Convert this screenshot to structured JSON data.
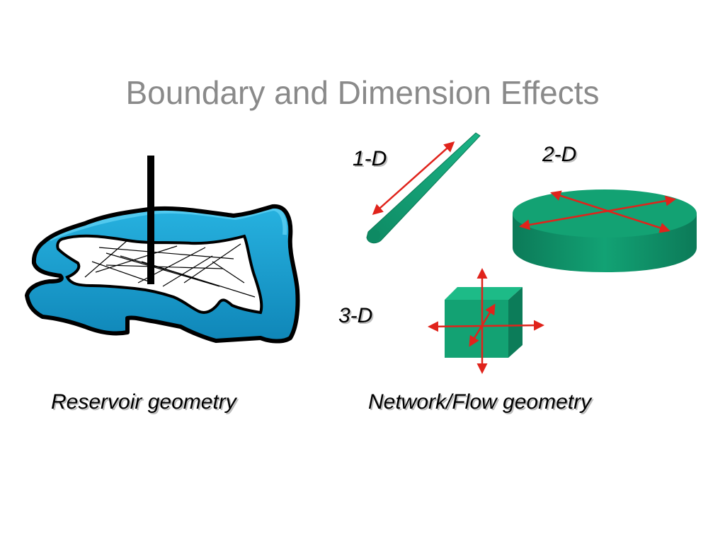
{
  "slide": {
    "title": "Boundary and Dimension Effects",
    "labels": {
      "one_d": "1-D",
      "two_d": "2-D",
      "three_d": "3-D",
      "reservoir_caption": "Reservoir geometry",
      "network_caption": "Network/Flow geometry"
    },
    "colors": {
      "reservoir_fill": "#1aa0cf",
      "shape_fill": "#0f9068",
      "arrow": "#e0231b",
      "title": "#8a8a8a"
    }
  }
}
